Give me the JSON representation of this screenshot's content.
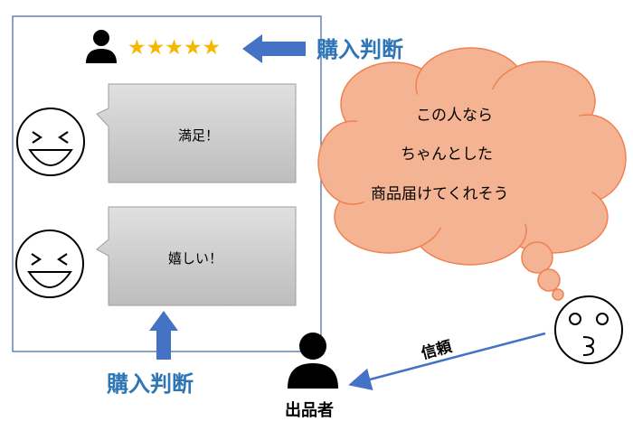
{
  "review_panel": {
    "stars": "★★★★★",
    "reviews": [
      {
        "text": "満足！"
      },
      {
        "text": "嬉しい！"
      }
    ]
  },
  "labels": {
    "purchase_decision_top": "購入判断",
    "purchase_decision_bottom": "購入判断",
    "trust": "信頼",
    "seller": "出品者"
  },
  "thought": {
    "lines": [
      "この人なら",
      "ちゃんとした",
      "商品届けてくれそう"
    ]
  },
  "colors": {
    "panel_border": "#4a6fa5",
    "arrow_blue": "#4472c4",
    "label_blue": "#2e75b6",
    "star_gold": "#f5b800",
    "bubble_fill": "#f4b393",
    "bubble_stroke": "#f08050",
    "review_fill": "#c8c8c8"
  },
  "icons": {
    "reviewer_avatar": "person-silhouette-icon",
    "happy_face_1": "grinning-squint-face-icon",
    "happy_face_2": "grinning-squint-face-icon",
    "buyer_face": "whistling-face-icon",
    "seller_avatar": "person-silhouette-icon"
  }
}
